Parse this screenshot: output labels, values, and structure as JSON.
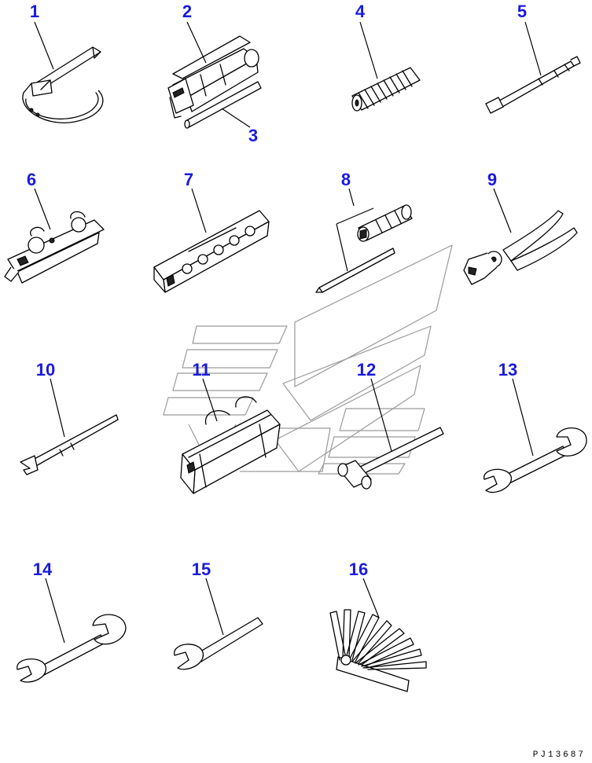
{
  "diagram": {
    "drawing_code": "PJ13687",
    "label_color": "#1a1adf",
    "callouts": [
      {
        "id": "1",
        "label": "1"
      },
      {
        "id": "2",
        "label": "2"
      },
      {
        "id": "3",
        "label": "3"
      },
      {
        "id": "4",
        "label": "4"
      },
      {
        "id": "5",
        "label": "5"
      },
      {
        "id": "6",
        "label": "6"
      },
      {
        "id": "7",
        "label": "7"
      },
      {
        "id": "8",
        "label": "8"
      },
      {
        "id": "9",
        "label": "9"
      },
      {
        "id": "10",
        "label": "10"
      },
      {
        "id": "11",
        "label": "11"
      },
      {
        "id": "12",
        "label": "12"
      },
      {
        "id": "13",
        "label": "13"
      },
      {
        "id": "14",
        "label": "14"
      },
      {
        "id": "15",
        "label": "15"
      },
      {
        "id": "16",
        "label": "16"
      }
    ]
  }
}
